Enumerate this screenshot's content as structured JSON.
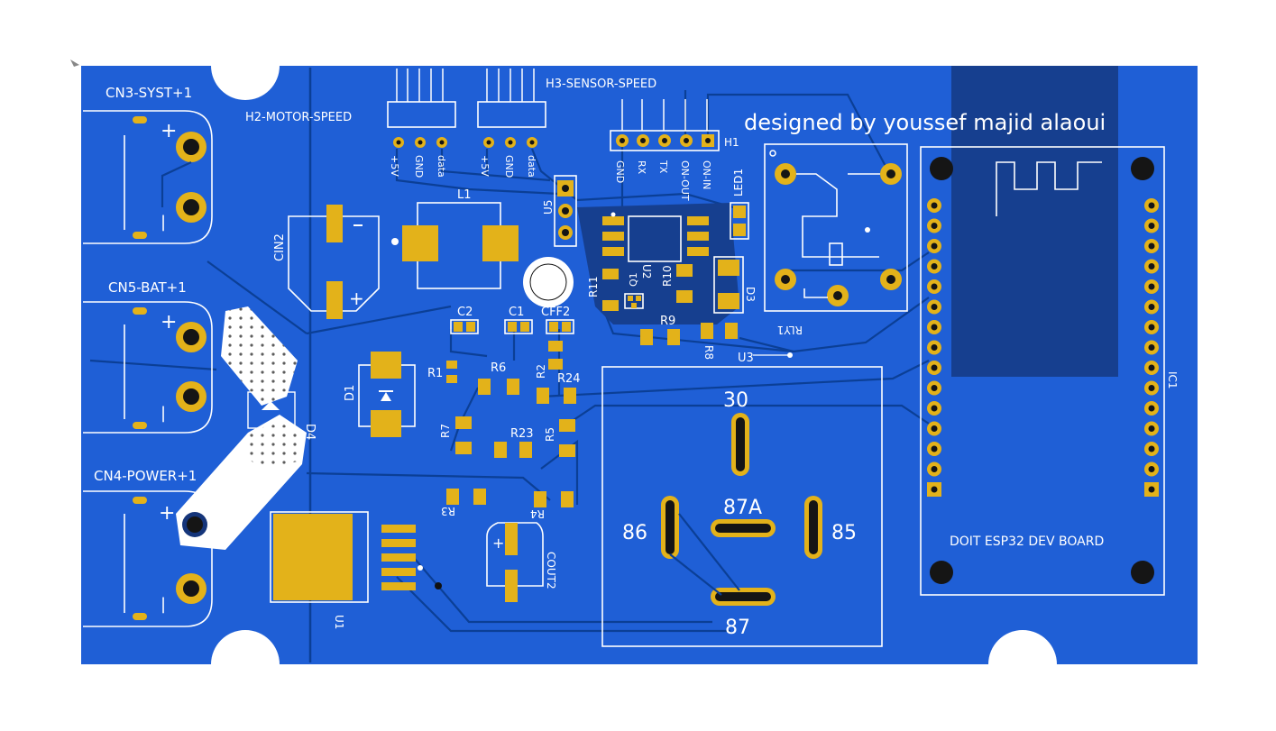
{
  "board": {
    "credit": "designed by youssef majid alaoui",
    "colors": {
      "board": "#1f5fd6",
      "copper": "#e3b21a",
      "silkscreen": "#ffffff",
      "trace": "#0b3f96",
      "module": "#163f8f"
    }
  },
  "connectors": {
    "cn3": "CN3-SYST+1",
    "cn5": "CN5-BAT+1",
    "cn4": "CN4-POWER+1",
    "h2": "H2-MOTOR-SPEED",
    "h3": "H3-SENSOR-SPEED",
    "h1": "H1",
    "h2_pins": [
      "+5V",
      "GND",
      "data"
    ],
    "h3_pins": [
      "+5V",
      "GND",
      "data"
    ],
    "h1_pins": [
      "GND",
      "RX",
      "TX",
      "ON-OUT",
      "ON-IN"
    ],
    "plus": "+",
    "minus": "|"
  },
  "components": {
    "l1": "L1",
    "u5": "U5",
    "cin2": "CIN2",
    "c2": "C2",
    "c1": "C1",
    "cff2": "CFF2",
    "r1": "R1",
    "r6": "R6",
    "r2": "R2",
    "r24": "R24",
    "r7": "R7",
    "r23": "R23",
    "r5": "R5",
    "r3": "R3",
    "r4": "R4",
    "d1": "D1",
    "d4": "D4",
    "u1": "U1",
    "cout2": "COUT2",
    "r11": "R11",
    "u2": "U2",
    "r10": "R10",
    "q1": "Q1",
    "r9": "R9",
    "r8": "R8",
    "u3": "U3",
    "led1": "LED1",
    "d3": "D3",
    "rly1": "RLY1",
    "ic1": "IC1",
    "esp32": "DOIT ESP32 DEV BOARD"
  },
  "relay_socket": {
    "pin30": "30",
    "pin87a": "87A",
    "pin86": "86",
    "pin85": "85",
    "pin87": "87"
  }
}
